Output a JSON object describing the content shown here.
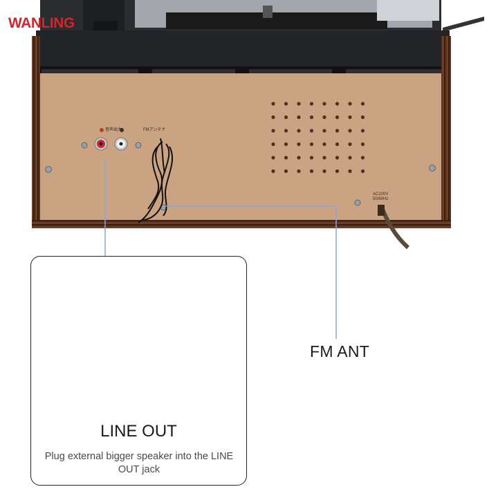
{
  "brand": {
    "logo_text": "WANLING"
  },
  "panel": {
    "jack_label_left": "音声出力",
    "jack_label_right": "FMアンテナ",
    "power_label_line1": "AC100V",
    "power_label_line2": "50/60Hz"
  },
  "callouts": {
    "fm_ant": "FM ANT",
    "line_out_title": "LINE OUT",
    "line_out_desc": "Plug external bigger speaker into the LINE OUT jack"
  },
  "colors": {
    "panel": "#cfa98a",
    "wood_trim": "#5a3420",
    "leader_line": "#8aa6d8",
    "accent_red": "#d4242b"
  }
}
